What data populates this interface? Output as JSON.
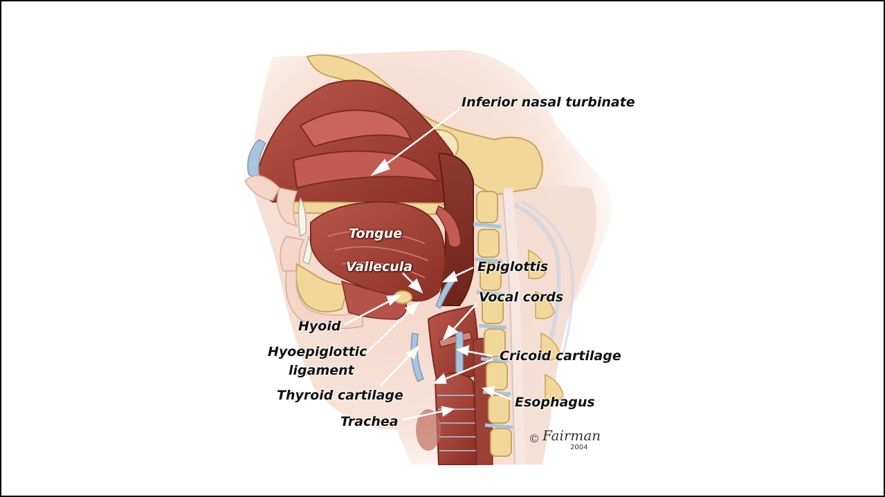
{
  "labels": {
    "inferior_nasal_turbinate": "Inferior nasal turbinate",
    "tongue": "Tongue",
    "vallecula": "Vallecula",
    "epiglottis": "Epiglottis",
    "vocal_cords": "Vocal cords",
    "hyoid": "Hyoid",
    "hyoepiglottic_ligament_line1": "Hyoepiglottic",
    "hyoepiglottic_ligament_line2": "ligament",
    "cricoid_cartilage": "Cricoid cartilage",
    "thyroid_cartilage": "Thyroid cartilage",
    "esophagus": "Esophagus",
    "trachea": "Trachea"
  },
  "signature": {
    "copyright": "©",
    "name": "Fairman",
    "year": "2004"
  },
  "colors": {
    "muscle": "#a8453a",
    "muscle_dark": "#7e2a22",
    "bone": "#f1d79a",
    "cartilage": "#a9c4dc",
    "skin": "#f3d6c8"
  }
}
